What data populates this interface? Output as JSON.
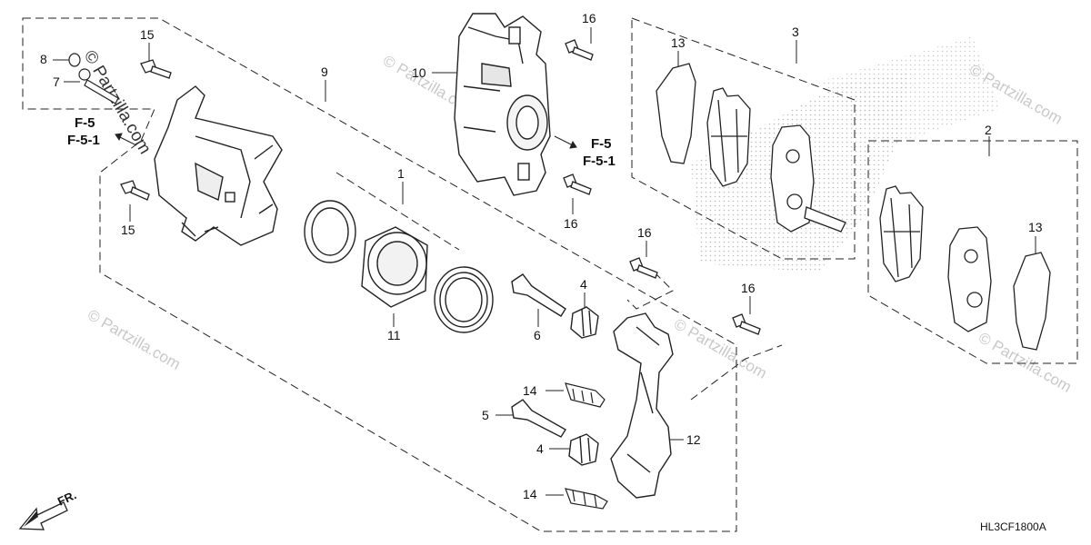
{
  "diagram": {
    "callouts": {
      "c1": "1",
      "c2": "2",
      "c3": "3",
      "c4a": "4",
      "c4b": "4",
      "c5": "5",
      "c6": "6",
      "c7": "7",
      "c8": "8",
      "c9": "9",
      "c10": "10",
      "c11": "11",
      "c12": "12",
      "c13a": "13",
      "c13b": "13",
      "c14a": "14",
      "c14b": "14",
      "c15a": "15",
      "c15b": "15",
      "c16a": "16",
      "c16b": "16",
      "c16c": "16",
      "c16d": "16"
    },
    "refs": {
      "left_top": "F-5",
      "left_bottom": "F-5-1",
      "right_top": "F-5",
      "right_bottom": "F-5-1"
    },
    "direction_label": "FR.",
    "diagram_code": "HL3CF1800A",
    "watermark": "© Partzilla.com"
  }
}
